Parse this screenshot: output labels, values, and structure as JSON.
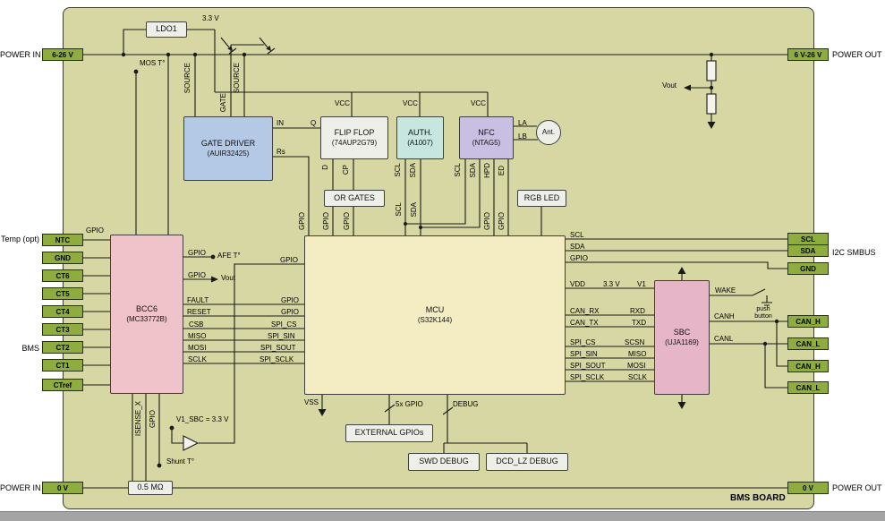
{
  "board": {
    "title": "BMS BOARD"
  },
  "colors": {
    "board_bg": "#d6d7a2",
    "connector_green": "#8fac3e",
    "block_blue": "#b3c9e6",
    "block_gray": "#efefe9",
    "block_cyan": "#c6e6df",
    "block_purple": "#c9bfe2",
    "block_pink": "#f0c2ca",
    "block_pink2": "#e6b5c7",
    "block_yellow": "#f4ecc2",
    "wire": "#1a1a1a"
  },
  "io": {
    "power_in": "POWER IN",
    "power_out": "POWER OUT",
    "temp_opt": "Temp (opt)",
    "bms": "BMS",
    "i2c_smbus": "I2C SMBUS"
  },
  "connectors": {
    "left": [
      "6-26 V",
      "NTC",
      "GND",
      "CT6",
      "CT5",
      "CT4",
      "CT3",
      "CT2",
      "CT1",
      "CTref",
      "0 V"
    ],
    "right": [
      "6 V-26 V",
      "SCL",
      "SDA",
      "GND",
      "CAN_H",
      "CAN_L",
      "CAN_H",
      "CAN_L",
      "0 V"
    ]
  },
  "blocks": {
    "ldo": "LDO1",
    "gate_driver": {
      "name": "GATE DRIVER",
      "part": "(AUIR32425)"
    },
    "flip_flop": {
      "name": "FLIP FLOP",
      "part": "(74AUP2G79)"
    },
    "auth": {
      "name": "AUTH.",
      "part": "(A1007)"
    },
    "nfc": {
      "name": "NFC",
      "part": "(NTAG5)"
    },
    "or_gates": "OR GATES",
    "rgb_led": "RGB LED",
    "bcc": {
      "name": "BCC6",
      "part": "(MC33772B)"
    },
    "mcu": {
      "name": "MCU",
      "part": "(S32K144)"
    },
    "sbc": {
      "name": "SBC",
      "part": "(UJA1169)"
    },
    "external_gpios": "EXTERNAL GPIOs",
    "swd_debug": "SWD DEBUG",
    "dcd_debug": "DCD_LZ DEBUG",
    "shunt": "0.5 MΩ",
    "antenna": "Ant."
  },
  "nets": {
    "v33": "3.3 V",
    "mos_t": "MOS T°",
    "afe_t": "AFE T°",
    "shunt_t": "Shunt T°",
    "vout": "Vout",
    "v1_sbc": "V1_SBC = 3.3 V",
    "push_button": "push button",
    "gpio_5x": "5x GPIO",
    "debug": "DEBUG",
    "vss": "VSS"
  },
  "pins": {
    "source": "SOURCE",
    "gate": "GATE",
    "vcc": "VCC",
    "in": "IN",
    "q": "Q",
    "rs": "Rs",
    "d": "D",
    "cp": "CP",
    "scl": "SCL",
    "sda": "SDA",
    "hpd": "HPD",
    "ed": "ED",
    "la": "LA",
    "lb": "LB",
    "gpio": "GPIO",
    "fault": "FAULT",
    "reset": "RESET",
    "csb": "CSB",
    "miso": "MISO",
    "mosi": "MOSI",
    "sclk": "SCLK",
    "spi_cs": "SPI_CS",
    "spi_sin": "SPI_SIN",
    "spi_sout": "SPI_SOUT",
    "spi_sclk": "SPI_SCLK",
    "vdd": "VDD",
    "v1": "V1",
    "can_rx": "CAN_RX",
    "rxd": "RXD",
    "can_tx": "CAN_TX",
    "txd": "TXD",
    "scsn": "SCSN",
    "wake": "WAKE",
    "canh": "CANH",
    "canl": "CANL",
    "isense": "ISENSE_X"
  }
}
